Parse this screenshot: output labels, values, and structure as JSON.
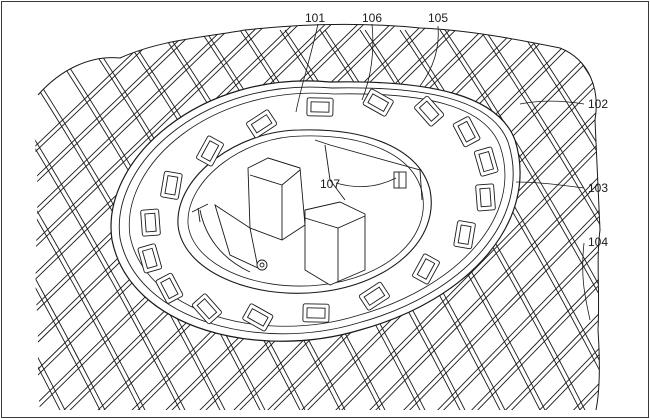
{
  "figure": {
    "reference_labels": [
      {
        "id": "101",
        "text": "101"
      },
      {
        "id": "106",
        "text": "106"
      },
      {
        "id": "105",
        "text": "105"
      },
      {
        "id": "102",
        "text": "102"
      },
      {
        "id": "107",
        "text": "107"
      },
      {
        "id": "103",
        "text": "103"
      },
      {
        "id": "104",
        "text": "104"
      }
    ]
  },
  "colors": {
    "line": "#1a1a1a",
    "background": "#ffffff"
  }
}
